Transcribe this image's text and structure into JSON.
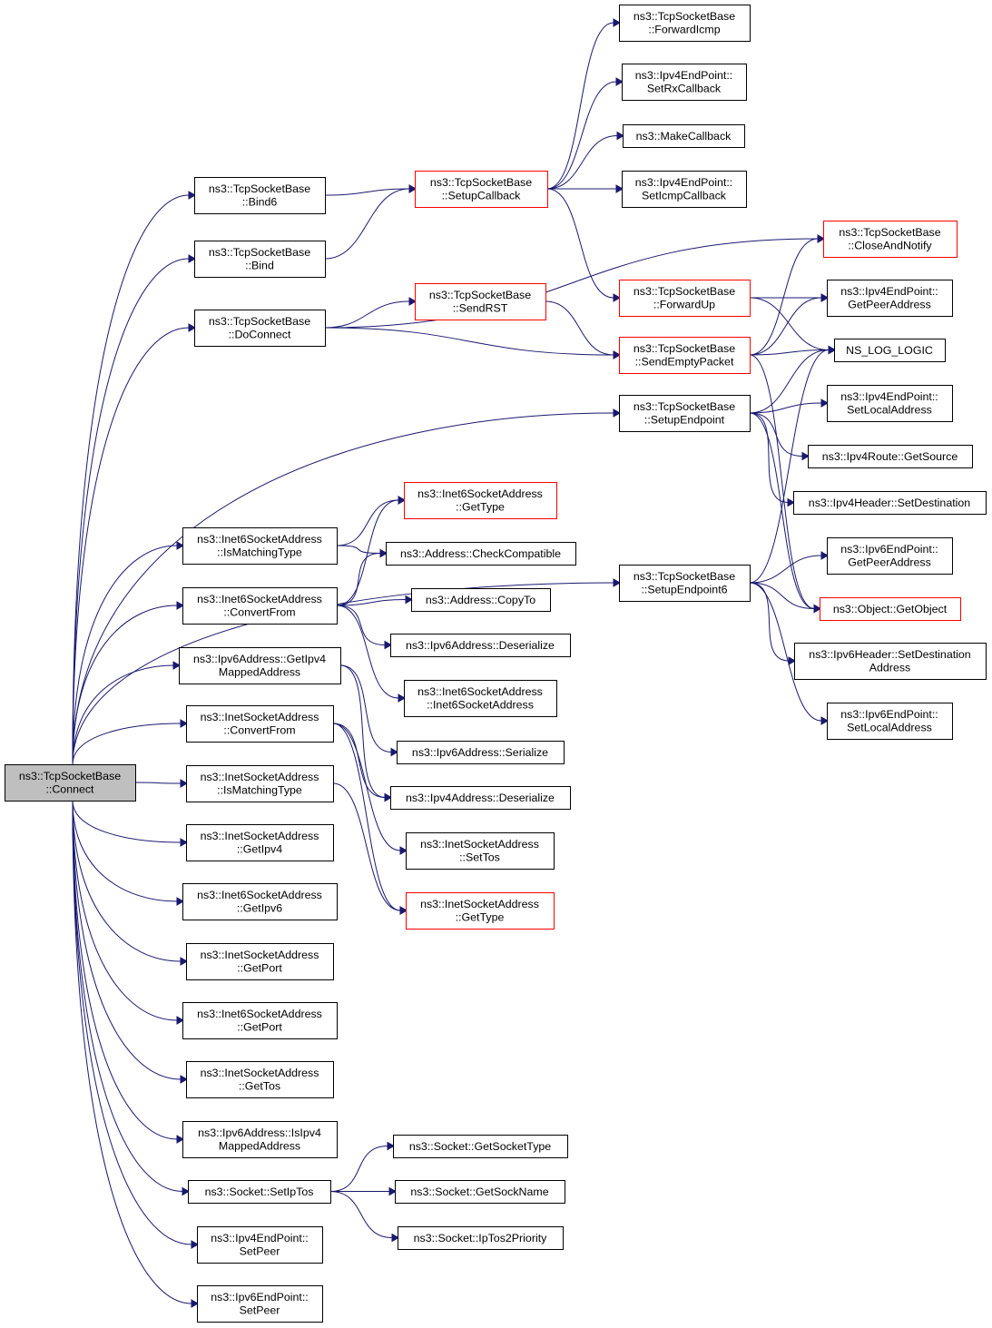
{
  "graph": {
    "title": "",
    "colors": {
      "edge": "#191970",
      "border": "#000000",
      "highlight_border": "#ff0000",
      "root_fill": "#bfbfbf"
    },
    "nodes": [
      {
        "id": "root",
        "lines": [
          "ns3::TcpSocketBase",
          "::Connect"
        ],
        "root": true
      },
      {
        "id": "bind6",
        "lines": [
          "ns3::TcpSocketBase",
          "::Bind6"
        ]
      },
      {
        "id": "bind",
        "lines": [
          "ns3::TcpSocketBase",
          "::Bind"
        ]
      },
      {
        "id": "doconnect",
        "lines": [
          "ns3::TcpSocketBase",
          "::DoConnect"
        ]
      },
      {
        "id": "i6match",
        "lines": [
          "ns3::Inet6SocketAddress",
          "::IsMatchingType"
        ]
      },
      {
        "id": "i6conv",
        "lines": [
          "ns3::Inet6SocketAddress",
          "::ConvertFrom"
        ]
      },
      {
        "id": "getipv4mapped",
        "lines": [
          "ns3::Ipv6Address::GetIpv4",
          "MappedAddress"
        ]
      },
      {
        "id": "iconv",
        "lines": [
          "ns3::InetSocketAddress",
          "::ConvertFrom"
        ]
      },
      {
        "id": "imatch",
        "lines": [
          "ns3::InetSocketAddress",
          "::IsMatchingType"
        ]
      },
      {
        "id": "igetipv4",
        "lines": [
          "ns3::InetSocketAddress",
          "::GetIpv4"
        ]
      },
      {
        "id": "i6getipv6",
        "lines": [
          "ns3::Inet6SocketAddress",
          "::GetIpv6"
        ]
      },
      {
        "id": "igetport",
        "lines": [
          "ns3::InetSocketAddress",
          "::GetPort"
        ]
      },
      {
        "id": "i6getport",
        "lines": [
          "ns3::Inet6SocketAddress",
          "::GetPort"
        ]
      },
      {
        "id": "igettos",
        "lines": [
          "ns3::InetSocketAddress",
          "::GetTos"
        ]
      },
      {
        "id": "isipv4mapped",
        "lines": [
          "ns3::Ipv6Address::IsIpv4",
          "MappedAddress"
        ]
      },
      {
        "id": "setiptos",
        "lines": [
          "ns3::Socket::SetIpTos"
        ]
      },
      {
        "id": "ipv4setpeer",
        "lines": [
          "ns3::Ipv4EndPoint::",
          "SetPeer"
        ]
      },
      {
        "id": "ipv6setpeer",
        "lines": [
          "ns3::Ipv6EndPoint::",
          "SetPeer"
        ]
      },
      {
        "id": "setupcallback",
        "lines": [
          "ns3::TcpSocketBase",
          "::SetupCallback"
        ],
        "red": true
      },
      {
        "id": "sendrst",
        "lines": [
          "ns3::TcpSocketBase",
          "::SendRST"
        ],
        "red": true
      },
      {
        "id": "i6gettype",
        "lines": [
          "ns3::Inet6SocketAddress",
          "::GetType"
        ],
        "red": true
      },
      {
        "id": "checkcompat",
        "lines": [
          "ns3::Address::CheckCompatible"
        ]
      },
      {
        "id": "copyto",
        "lines": [
          "ns3::Address::CopyTo"
        ]
      },
      {
        "id": "ipv6deser",
        "lines": [
          "ns3::Ipv6Address::Deserialize"
        ]
      },
      {
        "id": "i6ctor",
        "lines": [
          "ns3::Inet6SocketAddress",
          "::Inet6SocketAddress"
        ]
      },
      {
        "id": "ipv6ser",
        "lines": [
          "ns3::Ipv6Address::Serialize"
        ]
      },
      {
        "id": "ipv4deser",
        "lines": [
          "ns3::Ipv4Address::Deserialize"
        ]
      },
      {
        "id": "isettos",
        "lines": [
          "ns3::InetSocketAddress",
          "::SetTos"
        ]
      },
      {
        "id": "igettype",
        "lines": [
          "ns3::InetSocketAddress",
          "::GetType"
        ],
        "red": true
      },
      {
        "id": "getsockettype",
        "lines": [
          "ns3::Socket::GetSocketType"
        ]
      },
      {
        "id": "getsockname",
        "lines": [
          "ns3::Socket::GetSockName"
        ]
      },
      {
        "id": "iptos2prio",
        "lines": [
          "ns3::Socket::IpTos2Priority"
        ]
      },
      {
        "id": "forwardicmp",
        "lines": [
          "ns3::TcpSocketBase",
          "::ForwardIcmp"
        ]
      },
      {
        "id": "setrxcb",
        "lines": [
          "ns3::Ipv4EndPoint::",
          "SetRxCallback"
        ]
      },
      {
        "id": "makecb",
        "lines": [
          "ns3::MakeCallback"
        ]
      },
      {
        "id": "seticmpcb",
        "lines": [
          "ns3::Ipv4EndPoint::",
          "SetIcmpCallback"
        ]
      },
      {
        "id": "forwardup",
        "lines": [
          "ns3::TcpSocketBase",
          "::ForwardUp"
        ],
        "red": true
      },
      {
        "id": "sendempty",
        "lines": [
          "ns3::TcpSocketBase",
          "::SendEmptyPacket"
        ],
        "red": true
      },
      {
        "id": "setupep",
        "lines": [
          "ns3::TcpSocketBase",
          "::SetupEndpoint"
        ]
      },
      {
        "id": "setupep6",
        "lines": [
          "ns3::TcpSocketBase",
          "::SetupEndpoint6"
        ]
      },
      {
        "id": "closenotify",
        "lines": [
          "ns3::TcpSocketBase",
          "::CloseAndNotify"
        ],
        "red": true
      },
      {
        "id": "ipv4getpeer",
        "lines": [
          "ns3::Ipv4EndPoint::",
          "GetPeerAddress"
        ]
      },
      {
        "id": "nslog",
        "lines": [
          "NS_LOG_LOGIC"
        ]
      },
      {
        "id": "ipv4setlocal",
        "lines": [
          "ns3::Ipv4EndPoint::",
          "SetLocalAddress"
        ]
      },
      {
        "id": "routegetsrc",
        "lines": [
          "ns3::Ipv4Route::GetSource"
        ]
      },
      {
        "id": "ipv4hdrsetdst",
        "lines": [
          "ns3::Ipv4Header::SetDestination"
        ]
      },
      {
        "id": "ipv6getpeer",
        "lines": [
          "ns3::Ipv6EndPoint::",
          "GetPeerAddress"
        ]
      },
      {
        "id": "getobject",
        "lines": [
          "ns3::Object::GetObject"
        ],
        "red": true
      },
      {
        "id": "ipv6hdrsetdst",
        "lines": [
          "ns3::Ipv6Header::SetDestination",
          "Address"
        ]
      },
      {
        "id": "ipv6setlocal",
        "lines": [
          "ns3::Ipv6EndPoint::",
          "SetLocalAddress"
        ]
      }
    ],
    "edges": [
      [
        "root",
        "bind6"
      ],
      [
        "root",
        "bind"
      ],
      [
        "root",
        "doconnect"
      ],
      [
        "root",
        "setupep"
      ],
      [
        "root",
        "setupep6"
      ],
      [
        "root",
        "i6match"
      ],
      [
        "root",
        "i6conv"
      ],
      [
        "root",
        "getipv4mapped"
      ],
      [
        "root",
        "iconv"
      ],
      [
        "root",
        "imatch"
      ],
      [
        "root",
        "igetipv4"
      ],
      [
        "root",
        "i6getipv6"
      ],
      [
        "root",
        "igetport"
      ],
      [
        "root",
        "i6getport"
      ],
      [
        "root",
        "igettos"
      ],
      [
        "root",
        "isipv4mapped"
      ],
      [
        "root",
        "setiptos"
      ],
      [
        "root",
        "ipv4setpeer"
      ],
      [
        "root",
        "ipv6setpeer"
      ],
      [
        "bind6",
        "setupcallback"
      ],
      [
        "bind",
        "setupcallback"
      ],
      [
        "doconnect",
        "closenotify"
      ],
      [
        "doconnect",
        "sendrst"
      ],
      [
        "doconnect",
        "sendempty"
      ],
      [
        "sendrst",
        "sendempty"
      ],
      [
        "setupcallback",
        "forwardicmp"
      ],
      [
        "setupcallback",
        "setrxcb"
      ],
      [
        "setupcallback",
        "makecb"
      ],
      [
        "setupcallback",
        "seticmpcb"
      ],
      [
        "setupcallback",
        "forwardup"
      ],
      [
        "forwardup",
        "ipv4getpeer"
      ],
      [
        "forwardup",
        "nslog"
      ],
      [
        "sendempty",
        "closenotify"
      ],
      [
        "sendempty",
        "ipv4getpeer"
      ],
      [
        "sendempty",
        "nslog"
      ],
      [
        "sendempty",
        "getobject"
      ],
      [
        "setupep",
        "nslog"
      ],
      [
        "setupep",
        "ipv4setlocal"
      ],
      [
        "setupep",
        "routegetsrc"
      ],
      [
        "setupep",
        "ipv4hdrsetdst"
      ],
      [
        "setupep",
        "getobject"
      ],
      [
        "setupep6",
        "nslog"
      ],
      [
        "setupep6",
        "ipv6getpeer"
      ],
      [
        "setupep6",
        "getobject"
      ],
      [
        "setupep6",
        "ipv6hdrsetdst"
      ],
      [
        "setupep6",
        "ipv6setlocal"
      ],
      [
        "i6match",
        "i6gettype"
      ],
      [
        "i6match",
        "checkcompat"
      ],
      [
        "i6conv",
        "i6gettype"
      ],
      [
        "i6conv",
        "checkcompat"
      ],
      [
        "i6conv",
        "copyto"
      ],
      [
        "i6conv",
        "ipv6deser"
      ],
      [
        "i6conv",
        "i6ctor"
      ],
      [
        "getipv4mapped",
        "ipv6ser"
      ],
      [
        "getipv4mapped",
        "ipv4deser"
      ],
      [
        "iconv",
        "ipv4deser"
      ],
      [
        "iconv",
        "isettos"
      ],
      [
        "iconv",
        "igettype"
      ],
      [
        "imatch",
        "igettype"
      ],
      [
        "setiptos",
        "getsockettype"
      ],
      [
        "setiptos",
        "getsockname"
      ],
      [
        "setiptos",
        "iptos2prio"
      ]
    ]
  }
}
